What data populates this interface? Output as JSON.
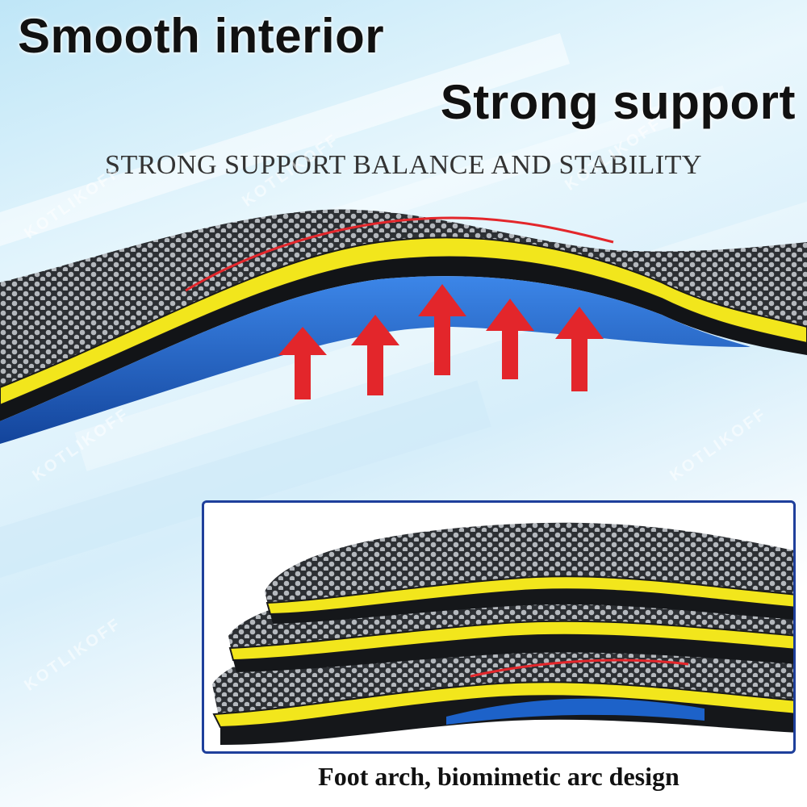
{
  "headline_line1": "Smooth interior",
  "headline_line2": "Strong support",
  "subheadline": "STRONG SUPPORT BALANCE AND STABILITY",
  "caption": "Foot arch, biomimetic arc design",
  "watermark": "KOTLIKOFF",
  "colors": {
    "mesh_top": "#3a3d42",
    "foam_yellow": "#f2e61c",
    "base_blue": "#1d62c9",
    "arrow_red": "#e3262b",
    "frame_blue": "#1e3f9b"
  },
  "icons": [
    "support-arrow-icon"
  ]
}
